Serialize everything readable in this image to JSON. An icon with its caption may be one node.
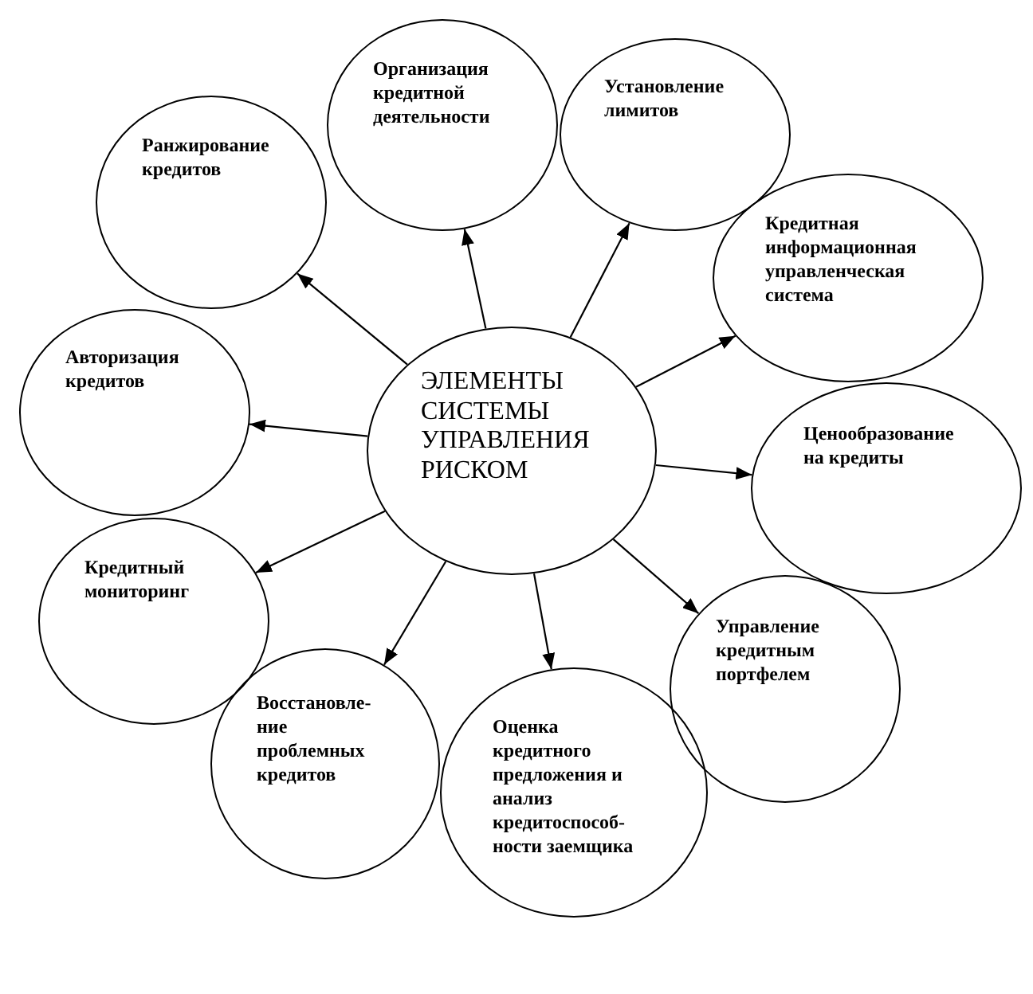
{
  "diagram": {
    "nodes": [
      {
        "text": [
          "ЭЛЕМЕНТЫ СИСТЕМЫ УПРАВЛЕНИЯ РИСКОМ"
        ]
      },
      {
        "text": [
          "Организация кредитной деятельности"
        ]
      },
      {
        "text": [
          "Установление лимитов"
        ]
      },
      {
        "text": [
          "Кредитная информационная управленческая система"
        ]
      },
      {
        "text": [
          "Ценообразование на кредиты"
        ]
      },
      {
        "text": [
          "Управление кредитным портфелем"
        ]
      },
      {
        "text": [
          "Оценка кредитного предложения и анализ кредитоспособ-ности заемщика"
        ]
      },
      {
        "text": [
          "Восстановле-ние проблемных кредитов"
        ]
      },
      {
        "text": [
          "Кредитный мониторинг"
        ]
      },
      {
        "text": [
          "Авторизация кредитов"
        ]
      },
      {
        "text": [
          "Ранжирование кредитов"
        ]
      }
    ],
    "edges": [
      {
        "from": 0,
        "to": 1,
        "arrow": "to"
      },
      {
        "from": 0,
        "to": 2,
        "arrow": "to"
      },
      {
        "from": 0,
        "to": 3,
        "arrow": "to"
      },
      {
        "from": 0,
        "to": 4,
        "arrow": "to"
      },
      {
        "from": 0,
        "to": 5,
        "arrow": "to"
      },
      {
        "from": 0,
        "to": 6,
        "arrow": "to"
      },
      {
        "from": 0,
        "to": 7,
        "arrow": "to"
      },
      {
        "from": 0,
        "to": 8,
        "arrow": "to"
      },
      {
        "from": 0,
        "to": 9,
        "arrow": "to"
      },
      {
        "from": 0,
        "to": 10,
        "arrow": "to"
      }
    ]
  }
}
